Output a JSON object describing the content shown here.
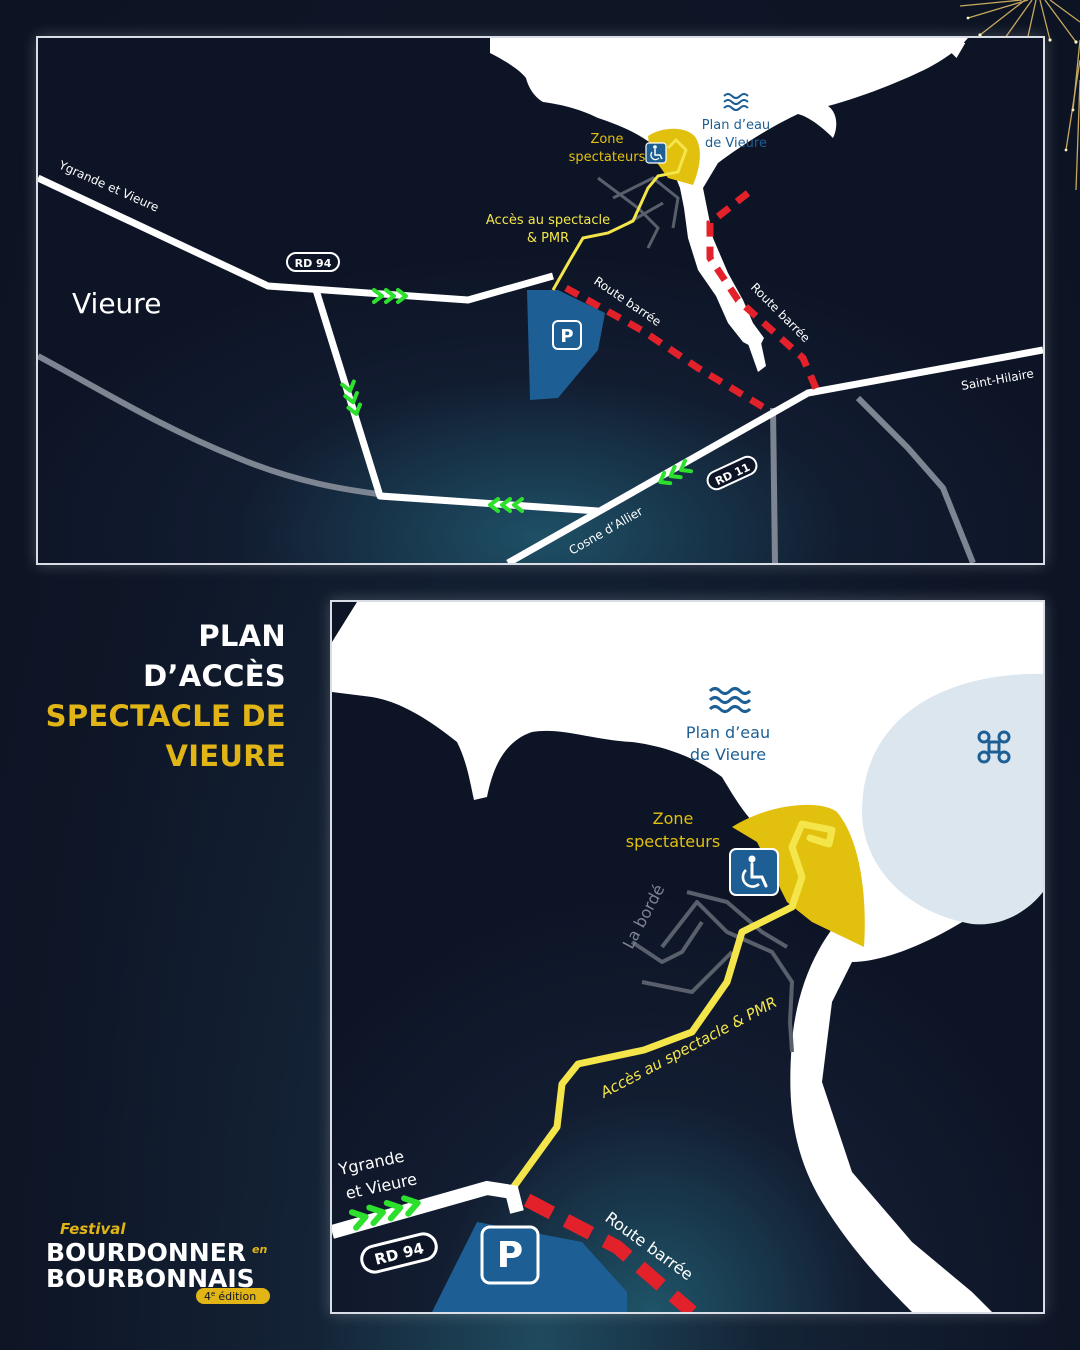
{
  "title": {
    "line1": "PLAN",
    "line2": "D’ACCÈS",
    "line3": "SPECTACLE DE",
    "line4": "VIEURE"
  },
  "colors": {
    "background": "#0e1627",
    "water": "#ffffff",
    "spectator_zone": "#e2c00e",
    "access_route": "#f4e64a",
    "blocked_road": "#e3212b",
    "parking": "#1d5f94",
    "direction_arrows": "#2ee02e",
    "accent_gold": "#e2b516"
  },
  "overview_map": {
    "water_icon": "waves-icon",
    "parking_icon": "parking-icon",
    "pmr_icon": "wheelchair-icon",
    "parking_label": "P",
    "labels": {
      "water_line1": "Plan d’eau",
      "water_line2": "de Vieure",
      "zone_line1": "Zone",
      "zone_line2": "spectateurs",
      "access_line1": "Accès au spectacle",
      "access_line2": "& PMR",
      "road_closed_1": "Route barrée",
      "road_closed_2": "Route barrée",
      "town": "Vieure",
      "ygrande": "Ygrande et Vieure",
      "saint_hilaire": "Saint-Hilaire",
      "cosne": "Cosne d’Allier",
      "rd94": "RD 94",
      "rd11": "RD 11"
    }
  },
  "detail_map": {
    "water_icon": "waves-icon",
    "drone_icon": "drone-icon",
    "pmr_icon": "wheelchair-icon",
    "parking_icon": "parking-icon",
    "parking_label": "P",
    "labels": {
      "water_line1": "Plan d’eau",
      "water_line2": "de Vieure",
      "zone_line1": "Zone",
      "zone_line2": "spectateurs",
      "la_borde": "La bordé",
      "access": "Accès au spectacle & PMR",
      "ygrande_line1": "Ygrande",
      "ygrande_line2": "et Vieure",
      "rd94": "RD 94",
      "road_closed": "Route barrée"
    }
  },
  "logo": {
    "festival": "Festival",
    "line1": "BOURDONNER",
    "en": "en",
    "line2": "BOURBONNAIS",
    "edition_number": "4",
    "edition_suffix": "e",
    "edition_word": "édition"
  }
}
